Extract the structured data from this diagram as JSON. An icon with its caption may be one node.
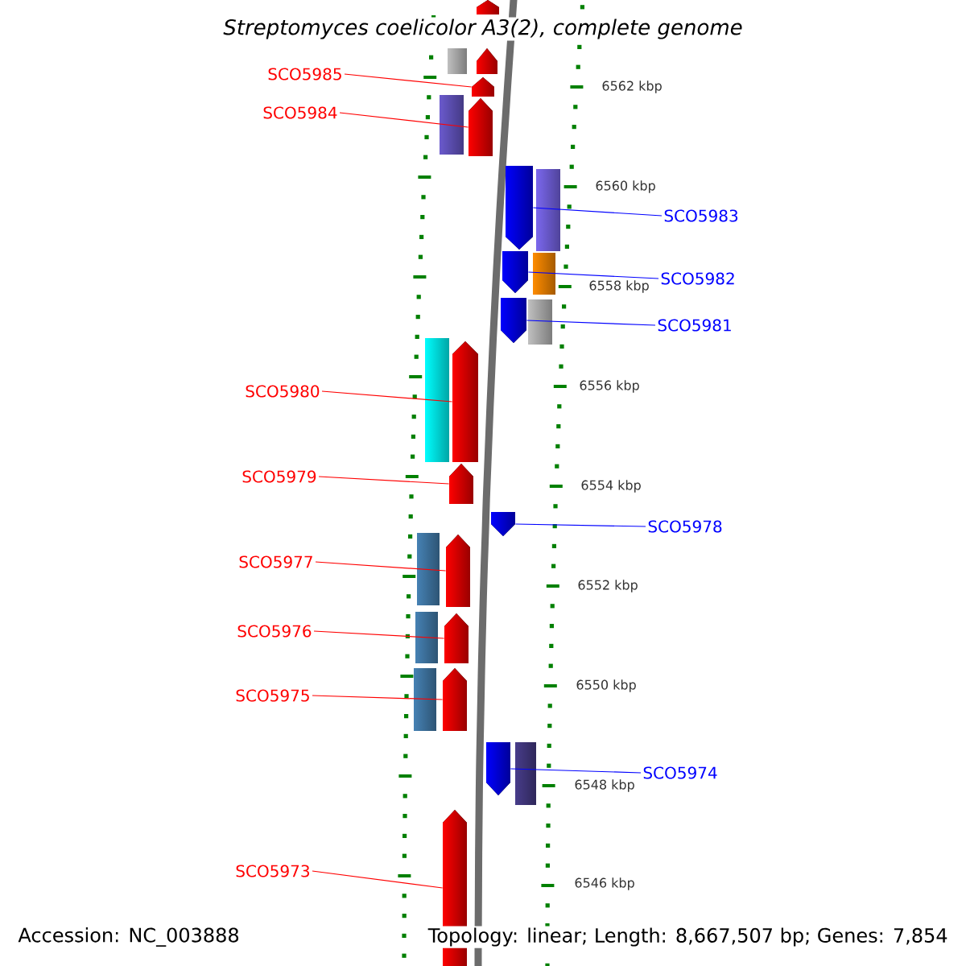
{
  "diagram": {
    "title": "Streptomyces coelicolor A3(2), complete genome",
    "nodes": [
      {
        "text": [
          "SCO5985"
        ]
      },
      {
        "text": [
          "SCO5984"
        ]
      },
      {
        "text": [
          "SCO5983"
        ]
      },
      {
        "text": [
          "SCO5982"
        ]
      },
      {
        "text": [
          "SCO5981"
        ]
      },
      {
        "text": [
          "SCO5980"
        ]
      },
      {
        "text": [
          "SCO5979"
        ]
      },
      {
        "text": [
          "SCO5978"
        ]
      },
      {
        "text": [
          "SCO5977"
        ]
      },
      {
        "text": [
          "SCO5976"
        ]
      },
      {
        "text": [
          "SCO5975"
        ]
      },
      {
        "text": [
          "SCO5974"
        ]
      },
      {
        "text": [
          "SCO5973"
        ]
      },
      {
        "text": [],
        "shape": "pentagon"
      },
      {
        "text": [],
        "shape": "pentagon"
      },
      {
        "text": [],
        "shape": "pentagon"
      },
      {
        "text": [],
        "shape": "pentagon"
      },
      {
        "text": [],
        "shape": "pentagon"
      },
      {
        "text": [],
        "shape": "pentagon"
      },
      {
        "text": [],
        "shape": "pentagon"
      },
      {
        "text": [],
        "shape": "pentagon"
      },
      {
        "text": [],
        "shape": "pentagon"
      },
      {
        "text": [],
        "shape": "pentagon"
      },
      {
        "text": [],
        "shape": "pentagon"
      },
      {
        "text": [],
        "shape": "pentagon"
      },
      {
        "text": [],
        "shape": "pentagon"
      },
      {
        "text": [],
        "shape": "pentagon"
      },
      {
        "text": [],
        "shape": "pentagon"
      }
    ],
    "edges": [
      {
        "from": 0,
        "to": 15,
        "arrow": "none"
      },
      {
        "from": 1,
        "to": 16,
        "arrow": "none"
      },
      {
        "from": 2,
        "to": 17,
        "arrow": "none",
        "color": "#0000ff"
      },
      {
        "from": 3,
        "to": 18,
        "arrow": "none",
        "color": "#0000ff"
      },
      {
        "from": 4,
        "to": 19,
        "arrow": "none",
        "color": "#0000ff"
      },
      {
        "from": 5,
        "to": 20,
        "arrow": "none"
      },
      {
        "from": 6,
        "to": 21,
        "arrow": "none"
      },
      {
        "from": 7,
        "to": 22,
        "arrow": "none",
        "color": "#0000ff"
      },
      {
        "from": 8,
        "to": 23,
        "arrow": "none"
      },
      {
        "from": 9,
        "to": 24,
        "arrow": "none"
      },
      {
        "from": 10,
        "to": 25,
        "arrow": "none"
      },
      {
        "from": 11,
        "to": 26,
        "arrow": "none",
        "color": "#0000ff"
      },
      {
        "from": 12,
        "to": 27,
        "arrow": "none"
      }
    ],
    "labels": [
      "6562 kbp",
      "6560 kbp",
      "6558 kbp",
      "6556 kbp",
      "6554 kbp",
      "6552 kbp",
      "6550 kbp",
      "6548 kbp",
      "6546 kbp",
      "Accession: NC_003888",
      "Topology: linear; Length: 8,667,507 bp; Genes: 7,854"
    ]
  }
}
